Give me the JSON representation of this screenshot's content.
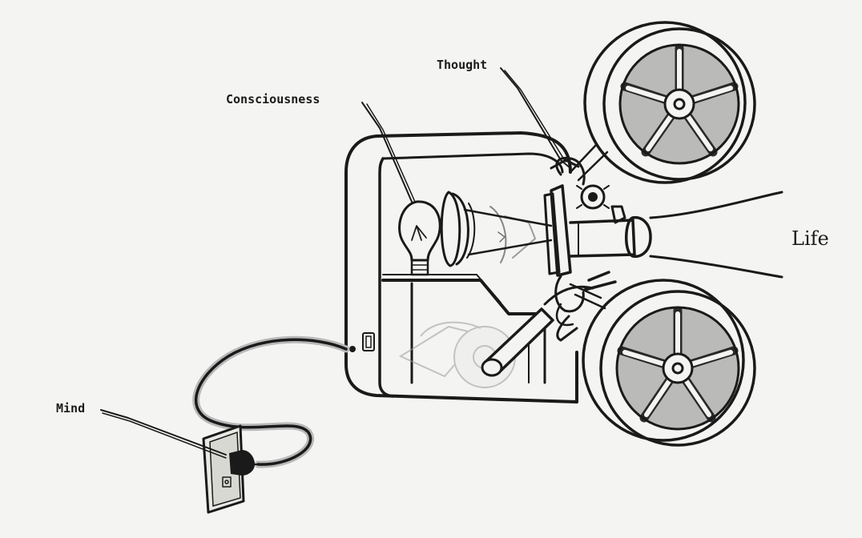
{
  "labels": {
    "thought": "Thought",
    "consciousness": "Consciousness",
    "mind": "Mind",
    "life": "Life"
  },
  "colors": {
    "background": "#f4f4f2",
    "ink": "#1a1a1a",
    "reel_shade": "#8a8a8a",
    "cord_shadow": "#b8b8b8",
    "film_roll": "#d4d4d4"
  },
  "icons": [
    "projector-body",
    "light-bulb",
    "lens-barrel",
    "film-reel",
    "power-plug",
    "wall-outlet",
    "power-cord"
  ]
}
